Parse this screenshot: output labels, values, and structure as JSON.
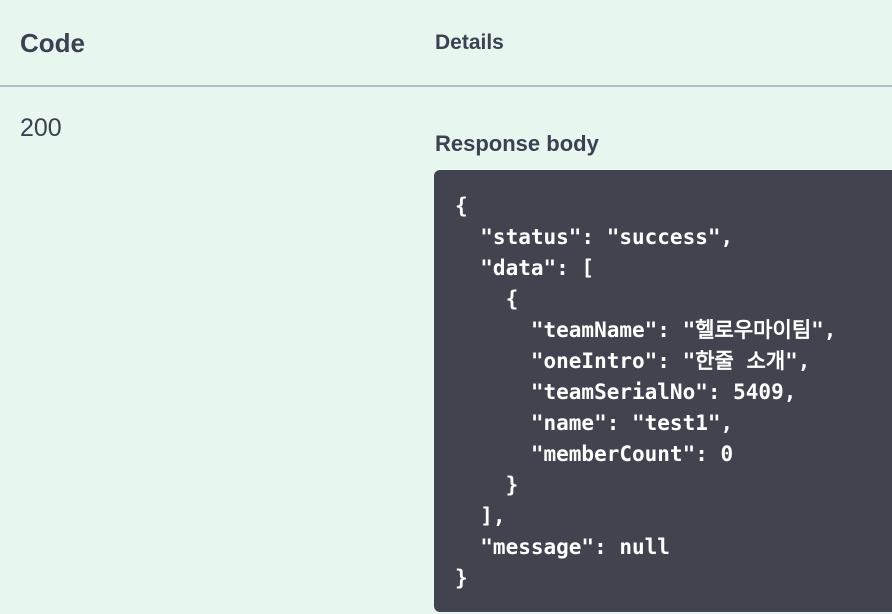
{
  "table": {
    "header_code": "Code",
    "header_details": "Details"
  },
  "response": {
    "status_code": "200",
    "body_label": "Response body",
    "body_text": "{\n  \"status\": \"success\",\n  \"data\": [\n    {\n      \"teamName\": \"헬로우마이팀\",\n      \"oneIntro\": \"한줄 소개\",\n      \"teamSerialNo\": 5409,\n      \"name\": \"test1\",\n      \"memberCount\": 0\n    }\n  ],\n  \"message\": null\n}"
  },
  "colors": {
    "background": "#e8f6f0",
    "code_background": "#41444e",
    "text": "#3b4151"
  }
}
